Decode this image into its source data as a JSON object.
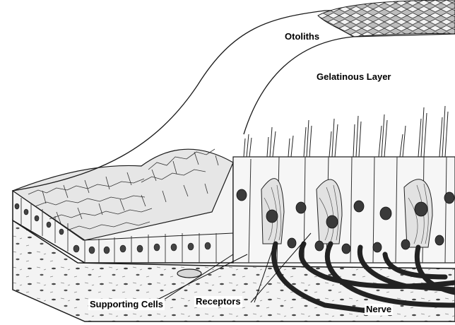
{
  "labels": {
    "otoliths": "Otoliths",
    "gelatinous_layer": "Gelatinous Layer",
    "supporting_cells": "Supporting Cells",
    "receptors": "Receptors",
    "nerve": "Nerve"
  },
  "colors": {
    "line": "#1a1a1a",
    "nucleus": "#3a3a3a",
    "connective": "#eeeeee",
    "cell_fill": "#f6f6f6"
  }
}
